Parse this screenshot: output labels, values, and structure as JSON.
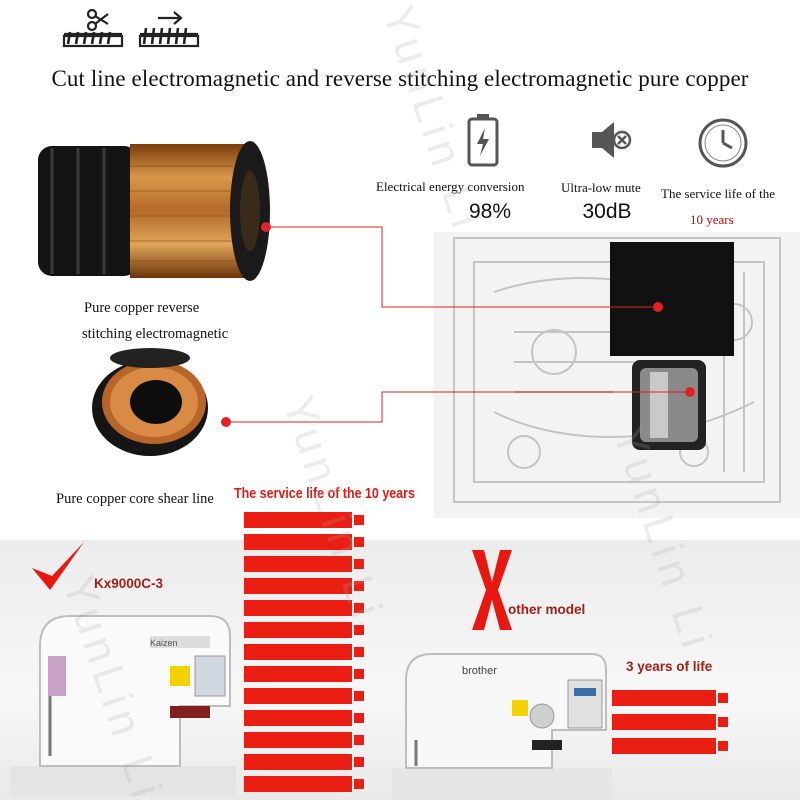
{
  "headline": "Cut line electromagnetic and reverse stitching electromagnetic pure copper",
  "header_icons": [
    "cut-line-scissors-icon",
    "reverse-stitch-arrow-icon"
  ],
  "specs": [
    {
      "icon": "battery-icon",
      "label": "Electrical energy conversion",
      "value": "98%"
    },
    {
      "icon": "mute-speaker-icon",
      "label": "Ultra-low mute",
      "value": "30dB"
    },
    {
      "icon": "clock-icon",
      "label": "The service life of the",
      "value": "10 years"
    }
  ],
  "captions": {
    "reverse_line1": "Pure copper reverse",
    "reverse_line2": "stitching electromagnetic",
    "core_shear": "Pure copper core shear line"
  },
  "comparison": {
    "heading": "The service life of the 10 years",
    "our_model": "Kx9000C-3",
    "other_model": "other model",
    "other_life": "3 years of life",
    "bars_long_percent": 100,
    "bars_short_percent": 30
  },
  "watermark": "YunLin Li",
  "colors": {
    "accent_red": "#ea1e12",
    "text_red": "#d00000",
    "check_red": "#e81810"
  }
}
